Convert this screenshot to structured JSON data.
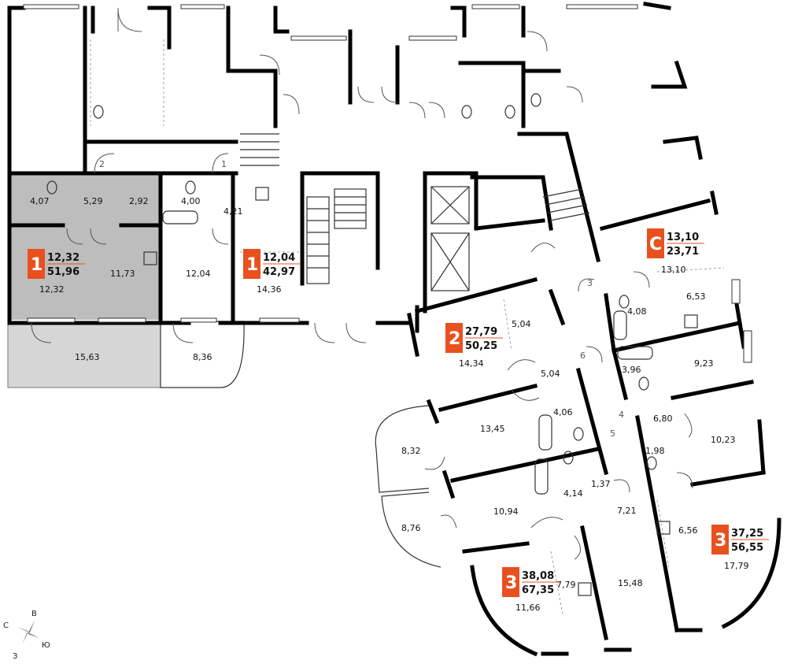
{
  "badges": [
    {
      "rooms": "1",
      "living": "12,32",
      "total": "51,96"
    },
    {
      "rooms": "1",
      "living": "12,04",
      "total": "42,97"
    },
    {
      "rooms": "C",
      "living": "13,10",
      "total": "23,71"
    },
    {
      "rooms": "2",
      "living": "27,79",
      "total": "50,25"
    },
    {
      "rooms": "3",
      "living": "37,25",
      "total": "56,55"
    },
    {
      "rooms": "3",
      "living": "38,08",
      "total": "67,35"
    }
  ],
  "areas": [
    "4,07",
    "5,29",
    "2,92",
    "4,00",
    "4,21",
    "12,32",
    "11,73",
    "12,04",
    "14,36",
    "15,63",
    "8,36",
    "13,10",
    "6,53",
    "4,08",
    "9,23",
    "3,96",
    "5,04",
    "14,34",
    "5,04",
    "13,45",
    "4,06",
    "6,80",
    "10,23",
    "1,98",
    "8,32",
    "8,76",
    "10,94",
    "4,14",
    "1,37",
    "7,21",
    "6,56",
    "17,79",
    "7,79",
    "15,48",
    "11,66"
  ],
  "stair_numbers": [
    "1",
    "2",
    "3",
    "4",
    "5",
    "6"
  ],
  "compass": {
    "north": "В",
    "west": "С",
    "east": "Ю",
    "south": "З"
  }
}
